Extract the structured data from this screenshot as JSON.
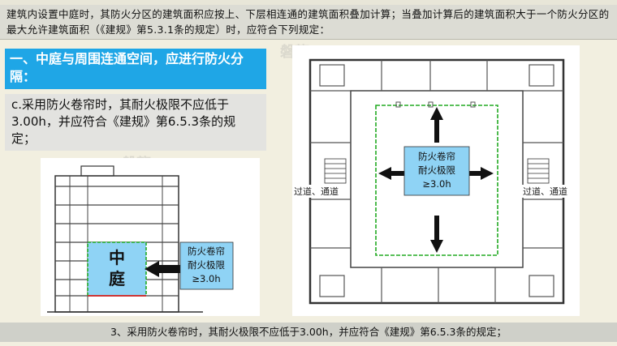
{
  "header": {
    "text": "建筑内设置中庭时，其防火分区的建筑面积应按上、下层相连通的建筑面积叠加计算；当叠加计算后的建筑面积大于一个防火分区的最大允许建筑面积（《建规》第5.3.1条的规定）时，应符合下列规定："
  },
  "title_box": {
    "text": "一、中庭与周围连通空间，应进行防火分隔："
  },
  "rule_box": {
    "text": "c.采用防火卷帘时，其耐火极限不应低于3.00h，并应符合《建规》第6.5.3条的规定；"
  },
  "left_diagram": {
    "atrium_label_1": "中",
    "atrium_label_2": "庭",
    "callout_line_1": "防火卷帘",
    "callout_line_2": "耐火极限",
    "callout_line_3": "≥3.0h"
  },
  "right_diagram": {
    "callout_line_1": "防火卷帘",
    "callout_line_2": "耐火极限",
    "callout_line_3": "≥3.0h",
    "corridor_left": "过道、通道",
    "corridor_right": "过道、通道"
  },
  "watermark": {
    "text": "磐龍"
  },
  "footer": {
    "text": "3、采用防火卷帘时，其耐火极限不应低于3.00h，并应符合《建规》第6.5.3条的规定；"
  },
  "colors": {
    "accent_blue": "#1fa6e6",
    "callout_blue": "#8fd3f5",
    "atrium_green": "#22aa22",
    "atrium_red": "#cc3333"
  }
}
